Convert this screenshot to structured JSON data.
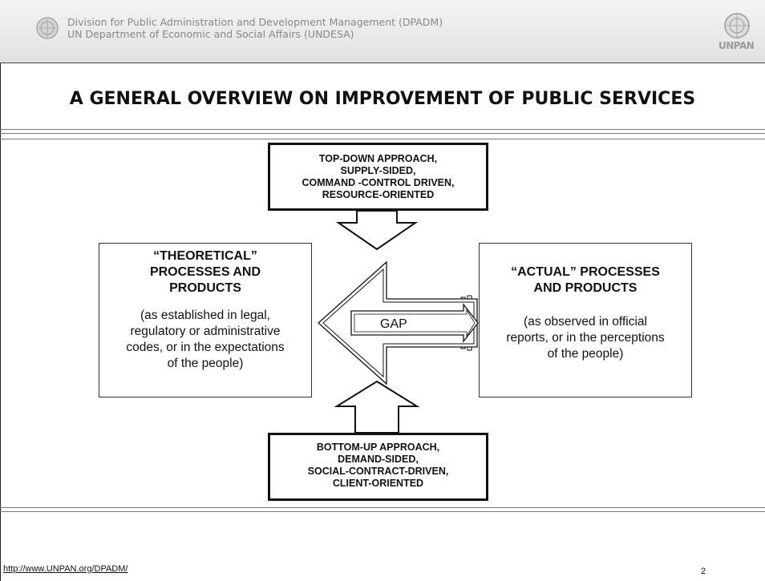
{
  "header": {
    "line1": "Division for Public Administration and Development Management (DPADM)",
    "line2": "UN Department of Economic and Social Affairs (UNDESA)",
    "logo_right_text": "UNPAN",
    "emblem_left": "un-emblem-icon",
    "emblem_right": "un-emblem-icon"
  },
  "title": "A GENERAL OVERVIEW ON IMPROVEMENT OF PUBLIC SERVICES",
  "diagram": {
    "top_box": [
      "TOP-DOWN APPROACH,",
      "SUPPLY-SIDED,",
      "COMMAND -CONTROL DRIVEN,",
      "RESOURCE-ORIENTED"
    ],
    "bottom_box": [
      "BOTTOM-UP APPROACH,",
      "DEMAND-SIDED,",
      "SOCIAL-CONTRACT-DRIVEN,",
      "CLIENT-ORIENTED"
    ],
    "left_box": {
      "title": [
        "“THEORETICAL”",
        "PROCESSES  AND",
        "PRODUCTS"
      ],
      "description": [
        "(as established in legal,",
        "regulatory or administrative",
        "codes, or in the expectations",
        "of the people)"
      ]
    },
    "right_box": {
      "title": [
        "“ACTUAL” PROCESSES",
        "AND PRODUCTS"
      ],
      "description": [
        "(as observed in official",
        "reports, or in the perceptions",
        "of the people)"
      ]
    },
    "gap_label": "GAP"
  },
  "footer": {
    "url": "http://www.UNPAN.org/DPADM/",
    "page_number": "2"
  },
  "colors": {
    "header_text": "#888888",
    "header_background": "#e8e8e8",
    "box_border": "#111111"
  }
}
